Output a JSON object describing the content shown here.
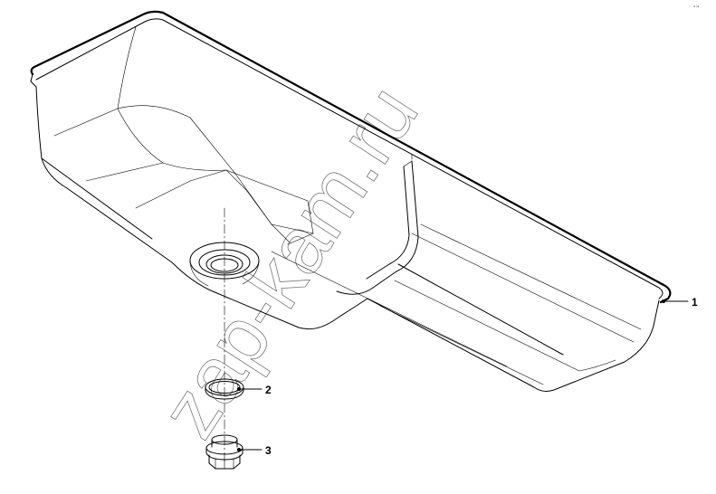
{
  "watermark": "zap-kam.ru",
  "corner_code": "ᵢᵢᵢ ᵢᵢᵢᵢ",
  "callouts": [
    {
      "number": "1",
      "part": "oil pan"
    },
    {
      "number": "2",
      "part": "sealing ring"
    },
    {
      "number": "3",
      "part": "drain plug"
    }
  ]
}
